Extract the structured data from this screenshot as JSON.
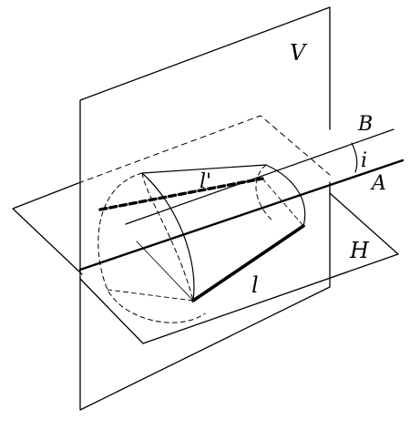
{
  "labels": {
    "plane_v": "V",
    "plane_h": "H",
    "line_b": "B",
    "line_a": "A",
    "angle": "i",
    "generator_upper": "l'",
    "generator_lower": "l"
  },
  "colors": {
    "stroke": "#000000",
    "background": "#ffffff"
  }
}
